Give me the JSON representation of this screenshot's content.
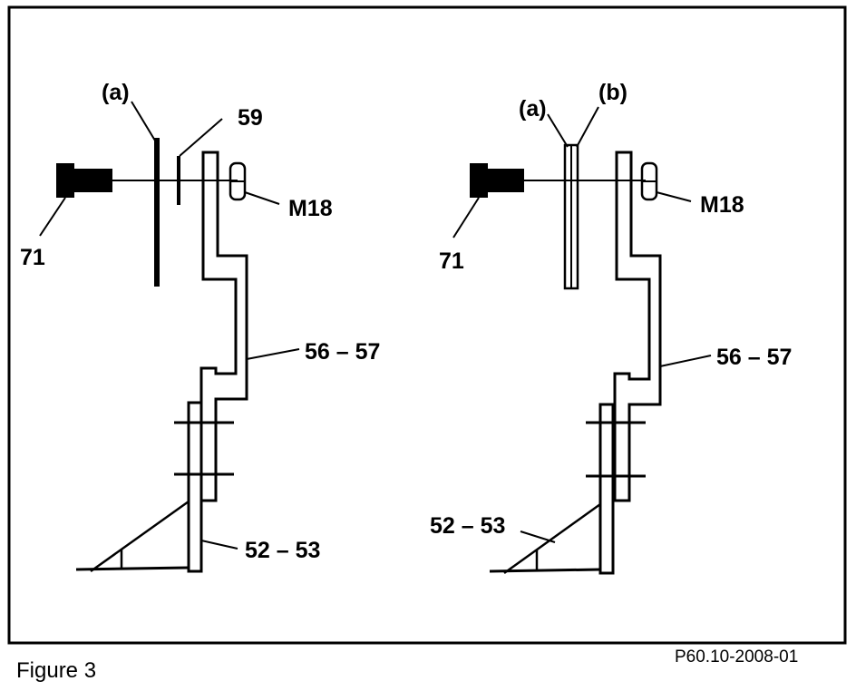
{
  "left_panel": {
    "label_a": "(a)",
    "label_59": "59",
    "label_m18": "M18",
    "label_71": "71",
    "label_56_57": "56 – 57",
    "label_52_53": "52 – 53"
  },
  "right_panel": {
    "label_a": "(a)",
    "label_b": "(b)",
    "label_m18": "M18",
    "label_71": "71",
    "label_56_57": "56 – 57",
    "label_52_53": "52 – 53"
  },
  "footer": {
    "caption": "Figure 3",
    "code": "P60.10-2008-01"
  }
}
